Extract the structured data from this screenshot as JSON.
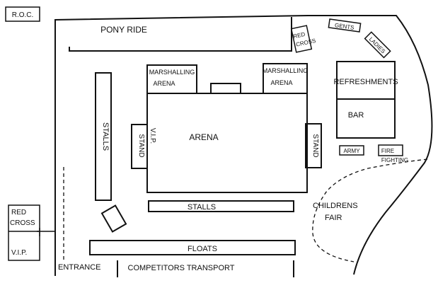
{
  "labels": {
    "roc": "R.O.C.",
    "pony_ride": "PONY RIDE",
    "red_cross_top_1": "RED",
    "red_cross_top_2": "CROSS",
    "gents": "GENTS",
    "ladies": "LADIES",
    "marshalling_left_1": "MARSHALLING",
    "marshalling_left_2": "ARENA",
    "marshalling_right_1": "MARSHALLING",
    "marshalling_right_2": "ARENA",
    "refreshments": "REFRESHMENTS",
    "bar": "BAR",
    "stalls_vertical": "STALLS",
    "vip_stand_1": "V.I.P.",
    "vip_stand_2": "STAND",
    "arena": "ARENA",
    "stand_right": "STAND",
    "army": "ARMY",
    "fire_1": "FIRE",
    "fire_2": "FIGHTING",
    "childrens_1": "CHILDRENS",
    "childrens_2": "FAIR",
    "stalls_horizontal": "STALLS",
    "red_cross_left_1": "RED",
    "red_cross_left_2": "CROSS",
    "vip_left": "V.I.P.",
    "floats": "FLOATS",
    "entrance": "ENTRANCE",
    "competitors_transport": "COMPETITORS TRANSPORT"
  }
}
